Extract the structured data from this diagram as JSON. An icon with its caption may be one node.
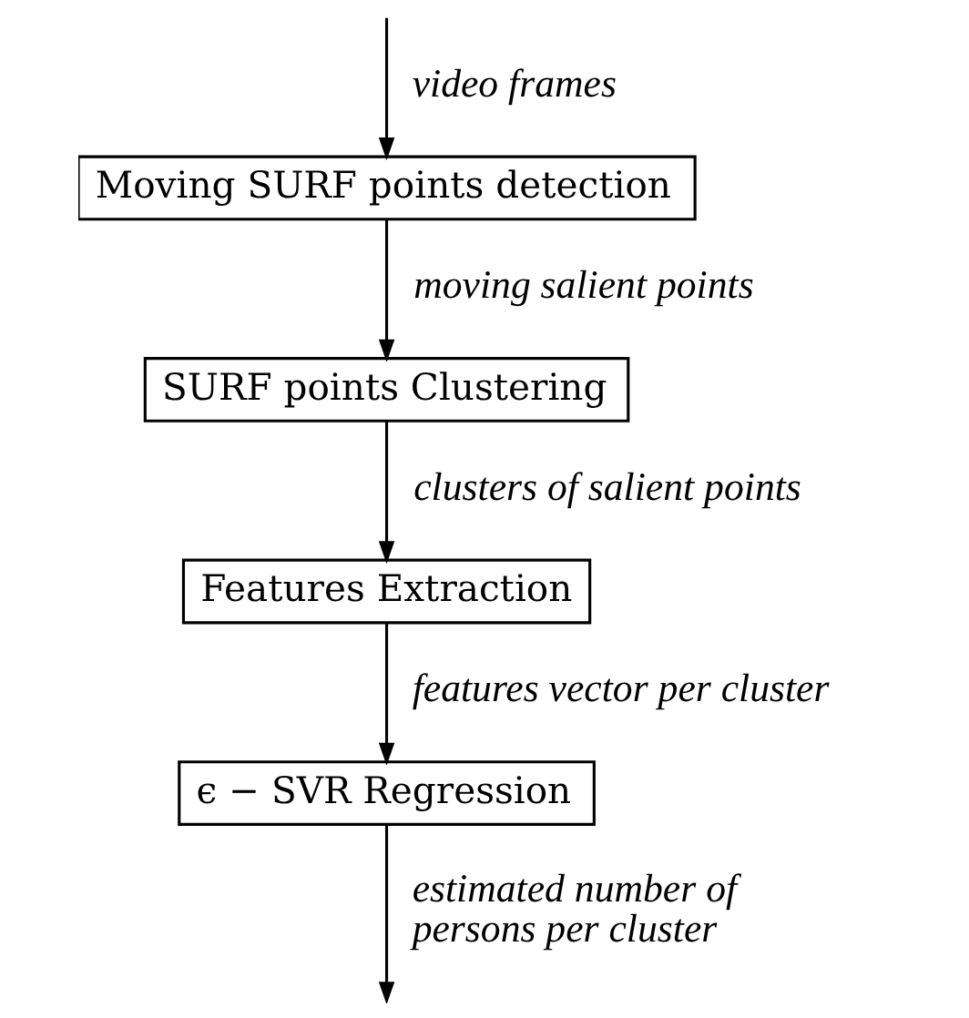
{
  "diagram": {
    "nodes": [
      {
        "text": [
          "Moving SURF points detection"
        ]
      },
      {
        "text": [
          "SURF points Clustering"
        ]
      },
      {
        "text": [
          "Features Extraction"
        ]
      },
      {
        "text": [
          "ϵ − SVR Regression"
        ]
      }
    ],
    "edges": [
      {
        "from": null,
        "to": 0,
        "arrow": "to",
        "label": "video frames"
      },
      {
        "from": 0,
        "to": 1,
        "arrow": "to",
        "label": "moving salient points"
      },
      {
        "from": 1,
        "to": 2,
        "arrow": "to",
        "label": "clusters of salient points"
      },
      {
        "from": 2,
        "to": 3,
        "arrow": "to",
        "label": "features vector per cluster"
      },
      {
        "from": 3,
        "to": null,
        "arrow": "to",
        "label": "estimated number of persons per cluster"
      }
    ]
  }
}
